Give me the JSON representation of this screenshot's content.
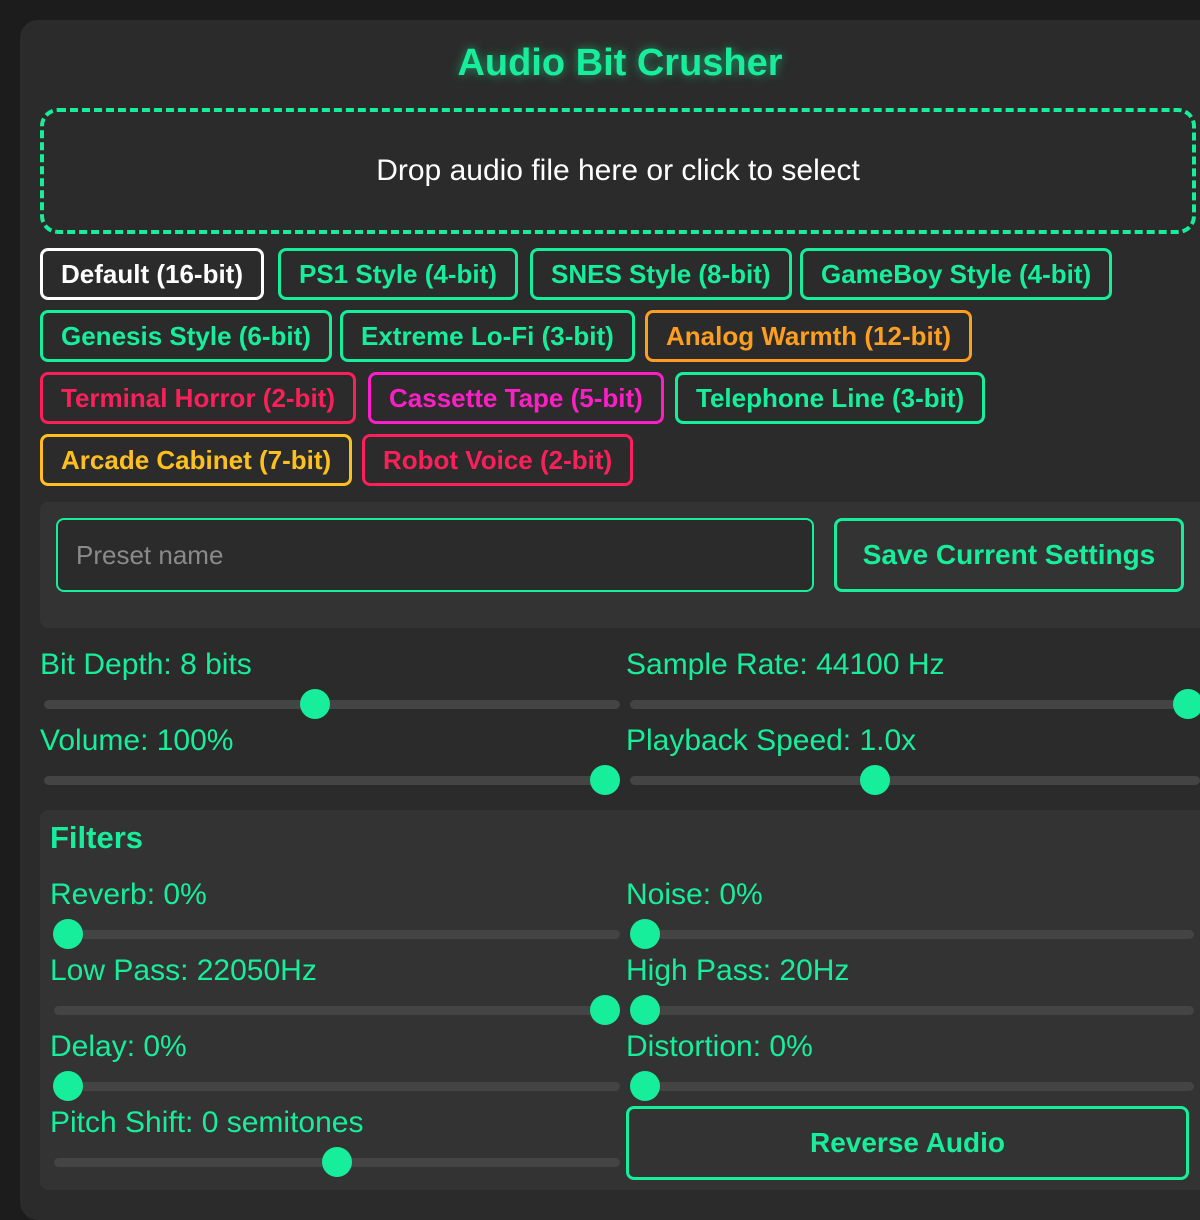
{
  "app": {
    "title": "Audio Bit Crusher"
  },
  "dropzone": {
    "label": "Drop audio file here or click to select"
  },
  "presets": [
    {
      "label": "Default (16-bit)",
      "color": "#ffffff",
      "selected": true
    },
    {
      "label": "PS1 Style (4-bit)",
      "color": "#17ee9b"
    },
    {
      "label": "SNES Style (8-bit)",
      "color": "#17ee9b"
    },
    {
      "label": "GameBoy Style (4-bit)",
      "color": "#17ee9b"
    },
    {
      "label": "Genesis Style (6-bit)",
      "color": "#17ee9b"
    },
    {
      "label": "Extreme Lo-Fi (3-bit)",
      "color": "#17ee9b"
    },
    {
      "label": "Analog Warmth (12-bit)",
      "color": "#ff9e1f"
    },
    {
      "label": "Terminal Horror (2-bit)",
      "color": "#ff1f5a"
    },
    {
      "label": "Cassette Tape (5-bit)",
      "color": "#ff1fc4"
    },
    {
      "label": "Telephone Line (3-bit)",
      "color": "#17ee9b"
    },
    {
      "label": "Arcade Cabinet (7-bit)",
      "color": "#ffc01f"
    },
    {
      "label": "Robot Voice (2-bit)",
      "color": "#ff1f5a"
    }
  ],
  "save": {
    "placeholder": "Preset name",
    "button_label": "Save Current Settings"
  },
  "controls": {
    "bit_depth": {
      "label": "Bit Depth: 8 bits",
      "level": 0.47
    },
    "sample_rate": {
      "label": "Sample Rate: 44100 Hz",
      "level": 1.0
    },
    "volume": {
      "label": "Volume: 100%",
      "level": 1.0
    },
    "playback_speed": {
      "label": "Playback Speed: 1.0x",
      "level": 0.43
    }
  },
  "filters": {
    "title": "Filters",
    "reverb": {
      "label": "Reverb: 0%",
      "level": 0.0
    },
    "noise": {
      "label": "Noise: 0%",
      "level": 0.0
    },
    "low_pass": {
      "label": "Low Pass: 22050Hz",
      "level": 1.0
    },
    "high_pass": {
      "label": "High Pass: 20Hz",
      "level": 0.0
    },
    "delay": {
      "label": "Delay: 0%",
      "level": 0.0
    },
    "distortion": {
      "label": "Distortion: 0%",
      "level": 0.0
    },
    "pitch_shift": {
      "label": "Pitch Shift: 0 semitones",
      "level": 0.5
    },
    "reverse_label": "Reverse Audio"
  },
  "colors": {
    "accent": "#17ee9b",
    "panel": "#2b2b2b",
    "background": "#1c1c1c"
  }
}
